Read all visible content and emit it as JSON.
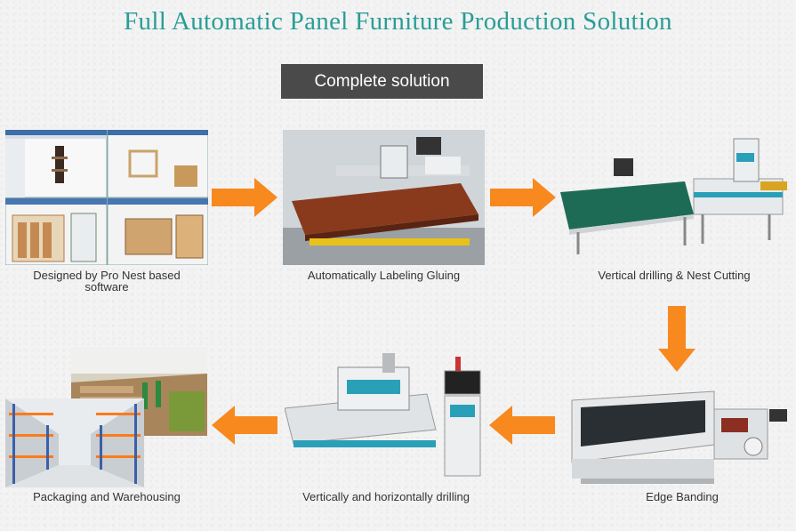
{
  "title": "Full Automatic Panel Furniture Production Solution",
  "banner": "Complete solution",
  "steps": [
    {
      "caption": "Designed by Pro Nest based software"
    },
    {
      "caption": "Automatically Labeling Gluing"
    },
    {
      "caption": "Vertical drilling & Nest Cutting"
    },
    {
      "caption": "Edge Banding"
    },
    {
      "caption": "Vertically and horizontally drilling"
    },
    {
      "caption": "Packaging and Warehousing"
    }
  ],
  "colors": {
    "title": "#2a9d97",
    "arrow": "#f7891f",
    "banner": "#4a4a4a"
  }
}
